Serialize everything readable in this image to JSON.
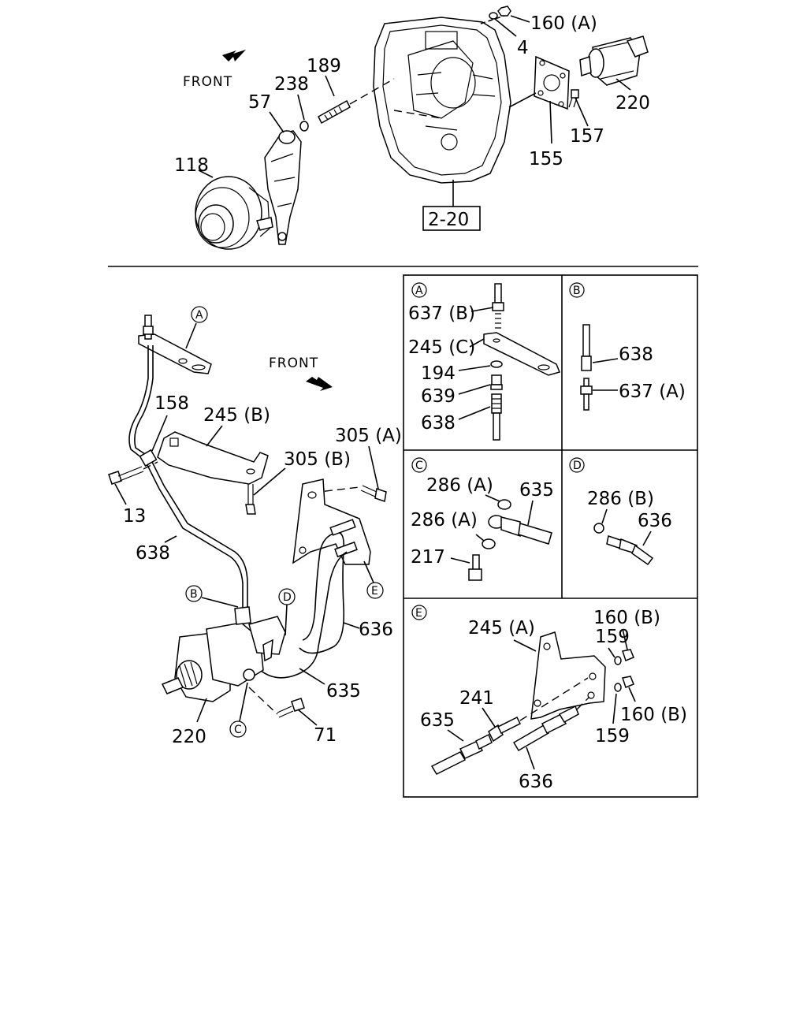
{
  "front_labels": {
    "top": "FRONT",
    "lower": "FRONT"
  },
  "ref_box": "2-20",
  "top_labels": {
    "p160a": "160 (A)",
    "p4": "4",
    "p189": "189",
    "p238": "238",
    "p57": "57",
    "p118": "118",
    "p220": "220",
    "p157": "157",
    "p155": "155"
  },
  "main_labels": {
    "p158": "158",
    "p245b": "245 (B)",
    "p305a": "305 (A)",
    "p305b": "305 (B)",
    "p13": "13",
    "p638": "638",
    "p636": "636",
    "p635": "635",
    "p220": "220",
    "p71": "71"
  },
  "callouts": {
    "A": "A",
    "B": "B",
    "C": "C",
    "D": "D",
    "E": "E"
  },
  "panel_a": {
    "p637b": "637 (B)",
    "p245c": "245 (C)",
    "p194": "194",
    "p639": "639",
    "p638": "638"
  },
  "panel_b": {
    "p638": "638",
    "p637a": "637 (A)"
  },
  "panel_c": {
    "p286a_1": "286 (A)",
    "p635": "635",
    "p286a_2": "286 (A)",
    "p217": "217"
  },
  "panel_d": {
    "p286b": "286 (B)",
    "p636": "636"
  },
  "panel_e": {
    "p245a": "245 (A)",
    "p160b_1": "160 (B)",
    "p159_1": "159",
    "p241": "241",
    "p635": "635",
    "p160b_2": "160 (B)",
    "p159_2": "159",
    "p636": "636"
  }
}
